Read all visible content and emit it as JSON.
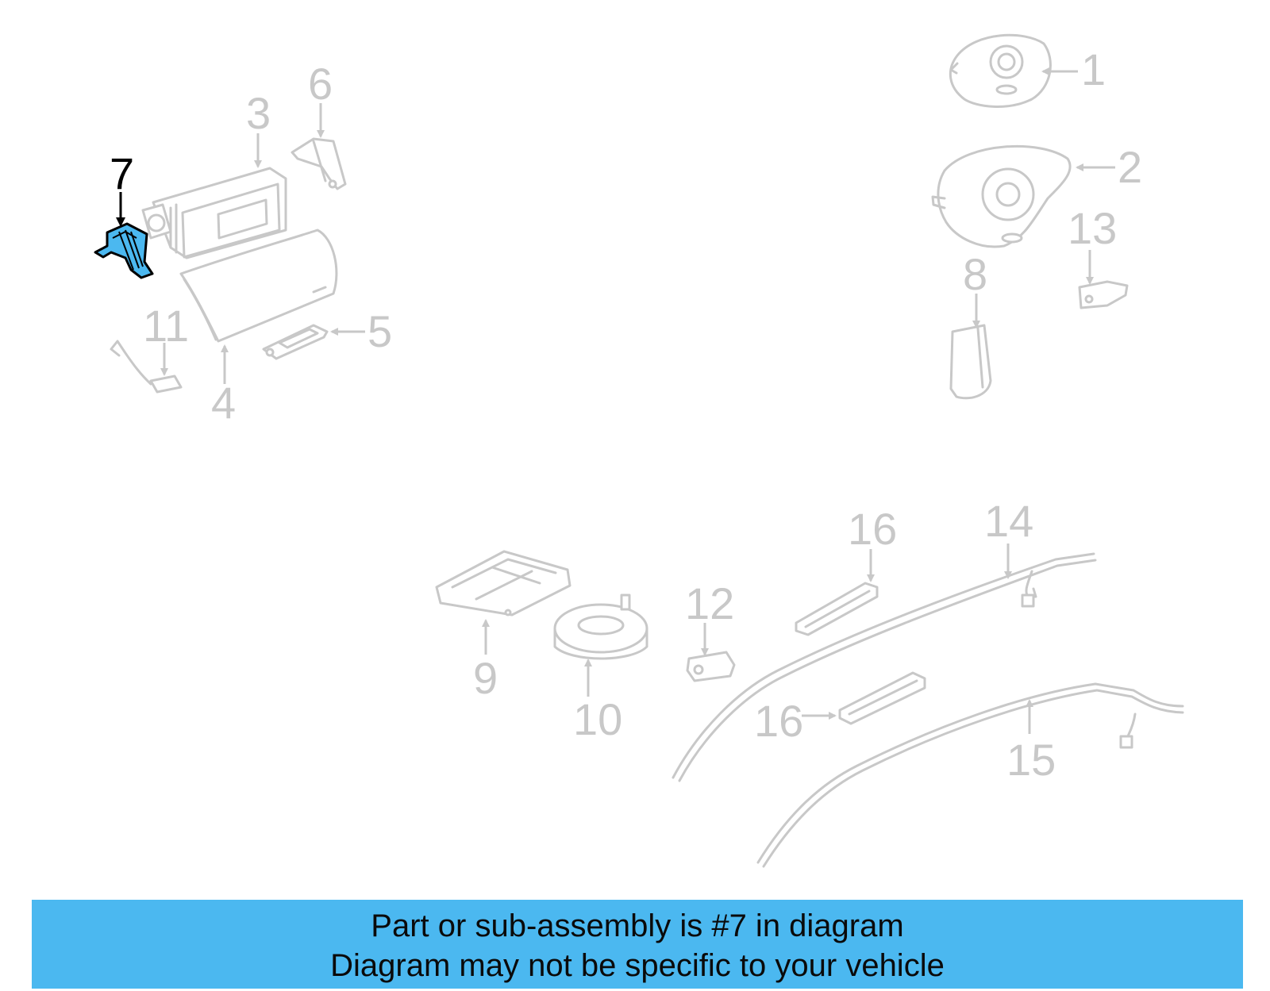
{
  "colors": {
    "muted": "#c8c8c8",
    "highlight": "#000000",
    "highlight_fill": "#4bb8f0",
    "banner_bg": "#4bb8f0",
    "banner_text": "#0a0a0a"
  },
  "highlighted_callout": "7",
  "callouts": [
    {
      "id": "c1",
      "label": "1"
    },
    {
      "id": "c2",
      "label": "2"
    },
    {
      "id": "c3",
      "label": "3"
    },
    {
      "id": "c4",
      "label": "4"
    },
    {
      "id": "c5",
      "label": "5"
    },
    {
      "id": "c6",
      "label": "6"
    },
    {
      "id": "c7",
      "label": "7"
    },
    {
      "id": "c8",
      "label": "8"
    },
    {
      "id": "c9",
      "label": "9"
    },
    {
      "id": "c10",
      "label": "10"
    },
    {
      "id": "c11",
      "label": "11"
    },
    {
      "id": "c12",
      "label": "12"
    },
    {
      "id": "c13",
      "label": "13"
    },
    {
      "id": "c14",
      "label": "14"
    },
    {
      "id": "c15",
      "label": "15"
    },
    {
      "id": "c16a",
      "label": "16"
    },
    {
      "id": "c16b",
      "label": "16"
    }
  ],
  "banner": {
    "line1": "Part or sub-assembly is #7 in diagram",
    "line2": "Diagram may not be specific to your vehicle"
  }
}
